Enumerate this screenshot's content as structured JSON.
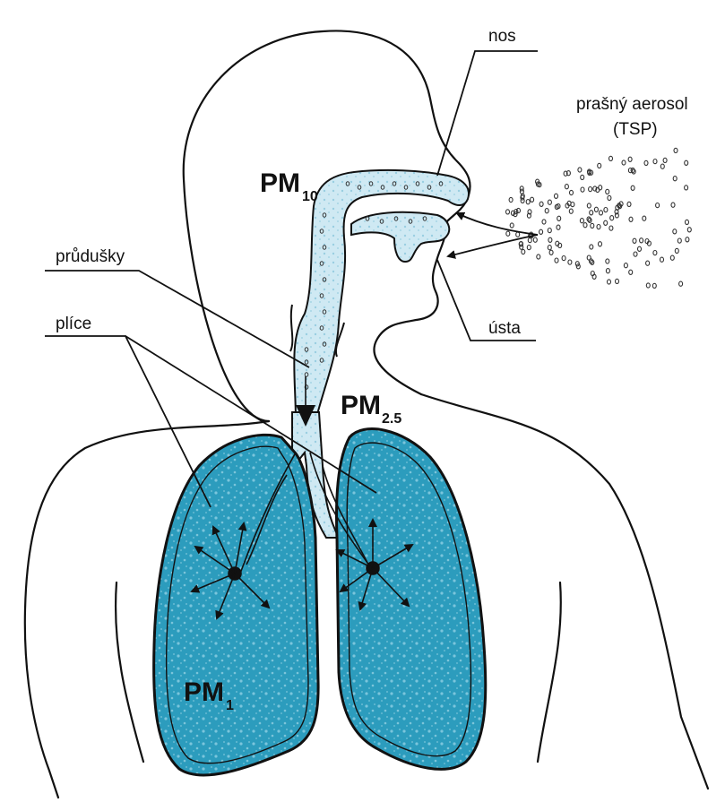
{
  "labels": {
    "nose": "nos",
    "aerosol_line1": "prašný aerosol",
    "aerosol_line2": "(TSP)",
    "bronchi": "průdušky",
    "lungs": "plíce",
    "mouth": "ústa"
  },
  "pm_labels": {
    "pm10": {
      "base": "PM",
      "sub": "10"
    },
    "pm25": {
      "base": "PM",
      "sub": "2.5"
    },
    "pm1": {
      "base": "PM",
      "sub": "1"
    }
  },
  "colors": {
    "lung_fill": "#2c9cbd",
    "lung_dark": "#1f7f9c",
    "airway_fill": "#cfe9f3",
    "outline": "#111111",
    "aerosol_dot": "#333333"
  }
}
